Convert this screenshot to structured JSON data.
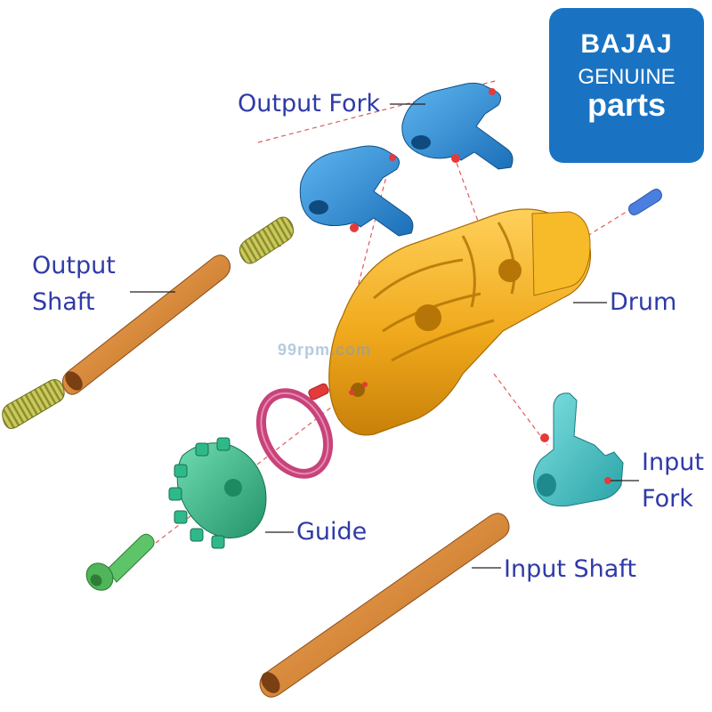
{
  "labels": {
    "output_fork": "Output Fork",
    "output_shaft_1": "Output",
    "output_shaft_2": "Shaft",
    "drum": "Drum",
    "input_fork_1": "Input",
    "input_fork_2": "Fork",
    "guide": "Guide",
    "input_shaft": "Input Shaft"
  },
  "logo": {
    "brand": "BAJAJ",
    "line2": "GENUINE",
    "line3": "parts"
  },
  "watermark": "99rpm.com",
  "colors": {
    "label_text": "#2f3aa8",
    "leader_line": "#222222",
    "logo_bg": "#1a73c2",
    "shaft": "#d88a3c",
    "drum": "#f0a91c",
    "fork_output": "#2a8fd6",
    "fork_input": "#3cc4c8",
    "guide": "#2fb98a",
    "ring": "#c8437a",
    "spring": "#b6b649",
    "bolt": "#4fb45a",
    "pin_red": "#e43a3a",
    "pin_blue": "#4a7fe0",
    "watermark": "#7aa0c8"
  }
}
